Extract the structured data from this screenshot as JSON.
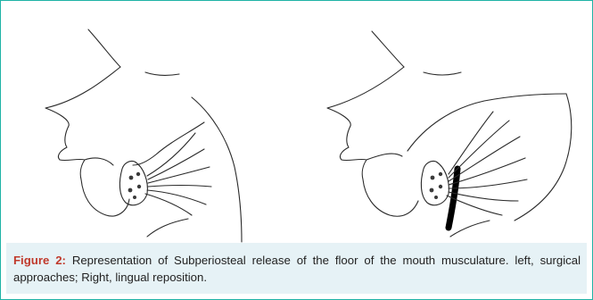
{
  "figure": {
    "caption_label": "Figure 2:",
    "caption_text": " Representation of Subperiosteal release of the floor of the mouth musculature. left, surgical approaches; Right, lingual reposition."
  },
  "panels": [
    {
      "position": "left",
      "content": "line drawing of face profile with chin bone and radiating floor-of-mouth muscle fibers"
    },
    {
      "position": "right",
      "content": "line drawing of face profile with chin bone, repositioned tongue and black band"
    }
  ],
  "colors": {
    "frame_border": "#1fb3a6",
    "caption_background": "#e6f2f6",
    "caption_label": "#c0392b",
    "caption_text": "#222222"
  }
}
